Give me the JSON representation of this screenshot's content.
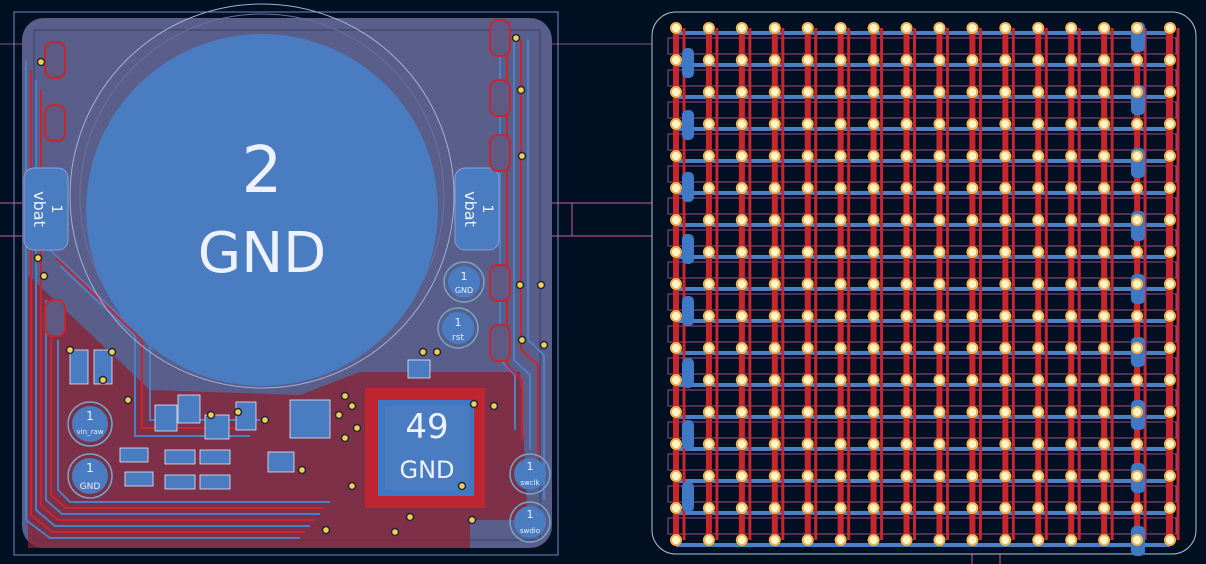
{
  "board": {
    "battery_pad": {
      "number": "2",
      "net": "GND"
    },
    "left_tab": {
      "number": "1",
      "net": "vbat"
    },
    "right_tab": {
      "number": "1",
      "net": "vbat"
    },
    "ic_pad": {
      "number": "49",
      "net": "GND"
    },
    "test_points": [
      {
        "number": "1",
        "net": "GND"
      },
      {
        "number": "1",
        "net": "rst"
      },
      {
        "number": "1",
        "net": "vin_raw"
      },
      {
        "number": "1",
        "net": "GND"
      },
      {
        "number": "1",
        "net": "swclk"
      },
      {
        "number": "1",
        "net": "swdio"
      }
    ]
  },
  "matrix": {
    "rows": 17,
    "cols": 16
  },
  "colors": {
    "background": "#001023",
    "board_mask": "#5a5e8a",
    "copper_front": "#c8262f",
    "copper_back": "#4d7fc4",
    "via_fill": "#f3d04a",
    "pad": "#3f78c4",
    "silk": "#e8e8f0",
    "guide_line": "#cc5ca0"
  }
}
